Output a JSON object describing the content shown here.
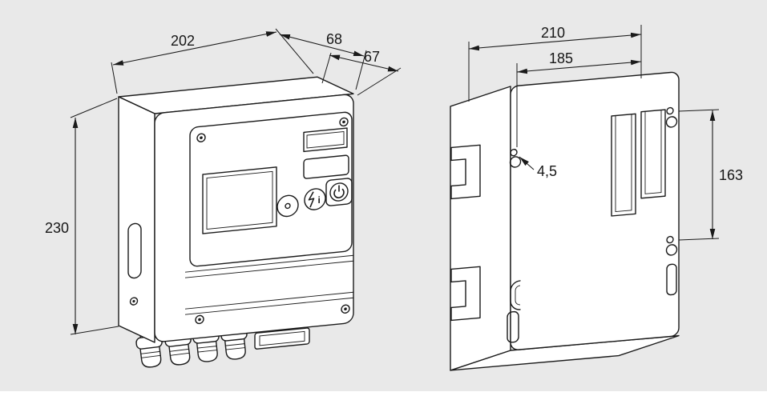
{
  "drawing": {
    "background_color": "#e9e9e9",
    "line_color": "#1a1a1a",
    "face_color": "#ffffff",
    "front_view": {
      "width_label": "202",
      "depth_top_label": "68",
      "depth_front_label": "67",
      "height_label": "230"
    },
    "back_view": {
      "width_label": "210",
      "hole_span_label": "185",
      "hole_diameter_label": "4,5",
      "hole_height_label": "163"
    }
  }
}
